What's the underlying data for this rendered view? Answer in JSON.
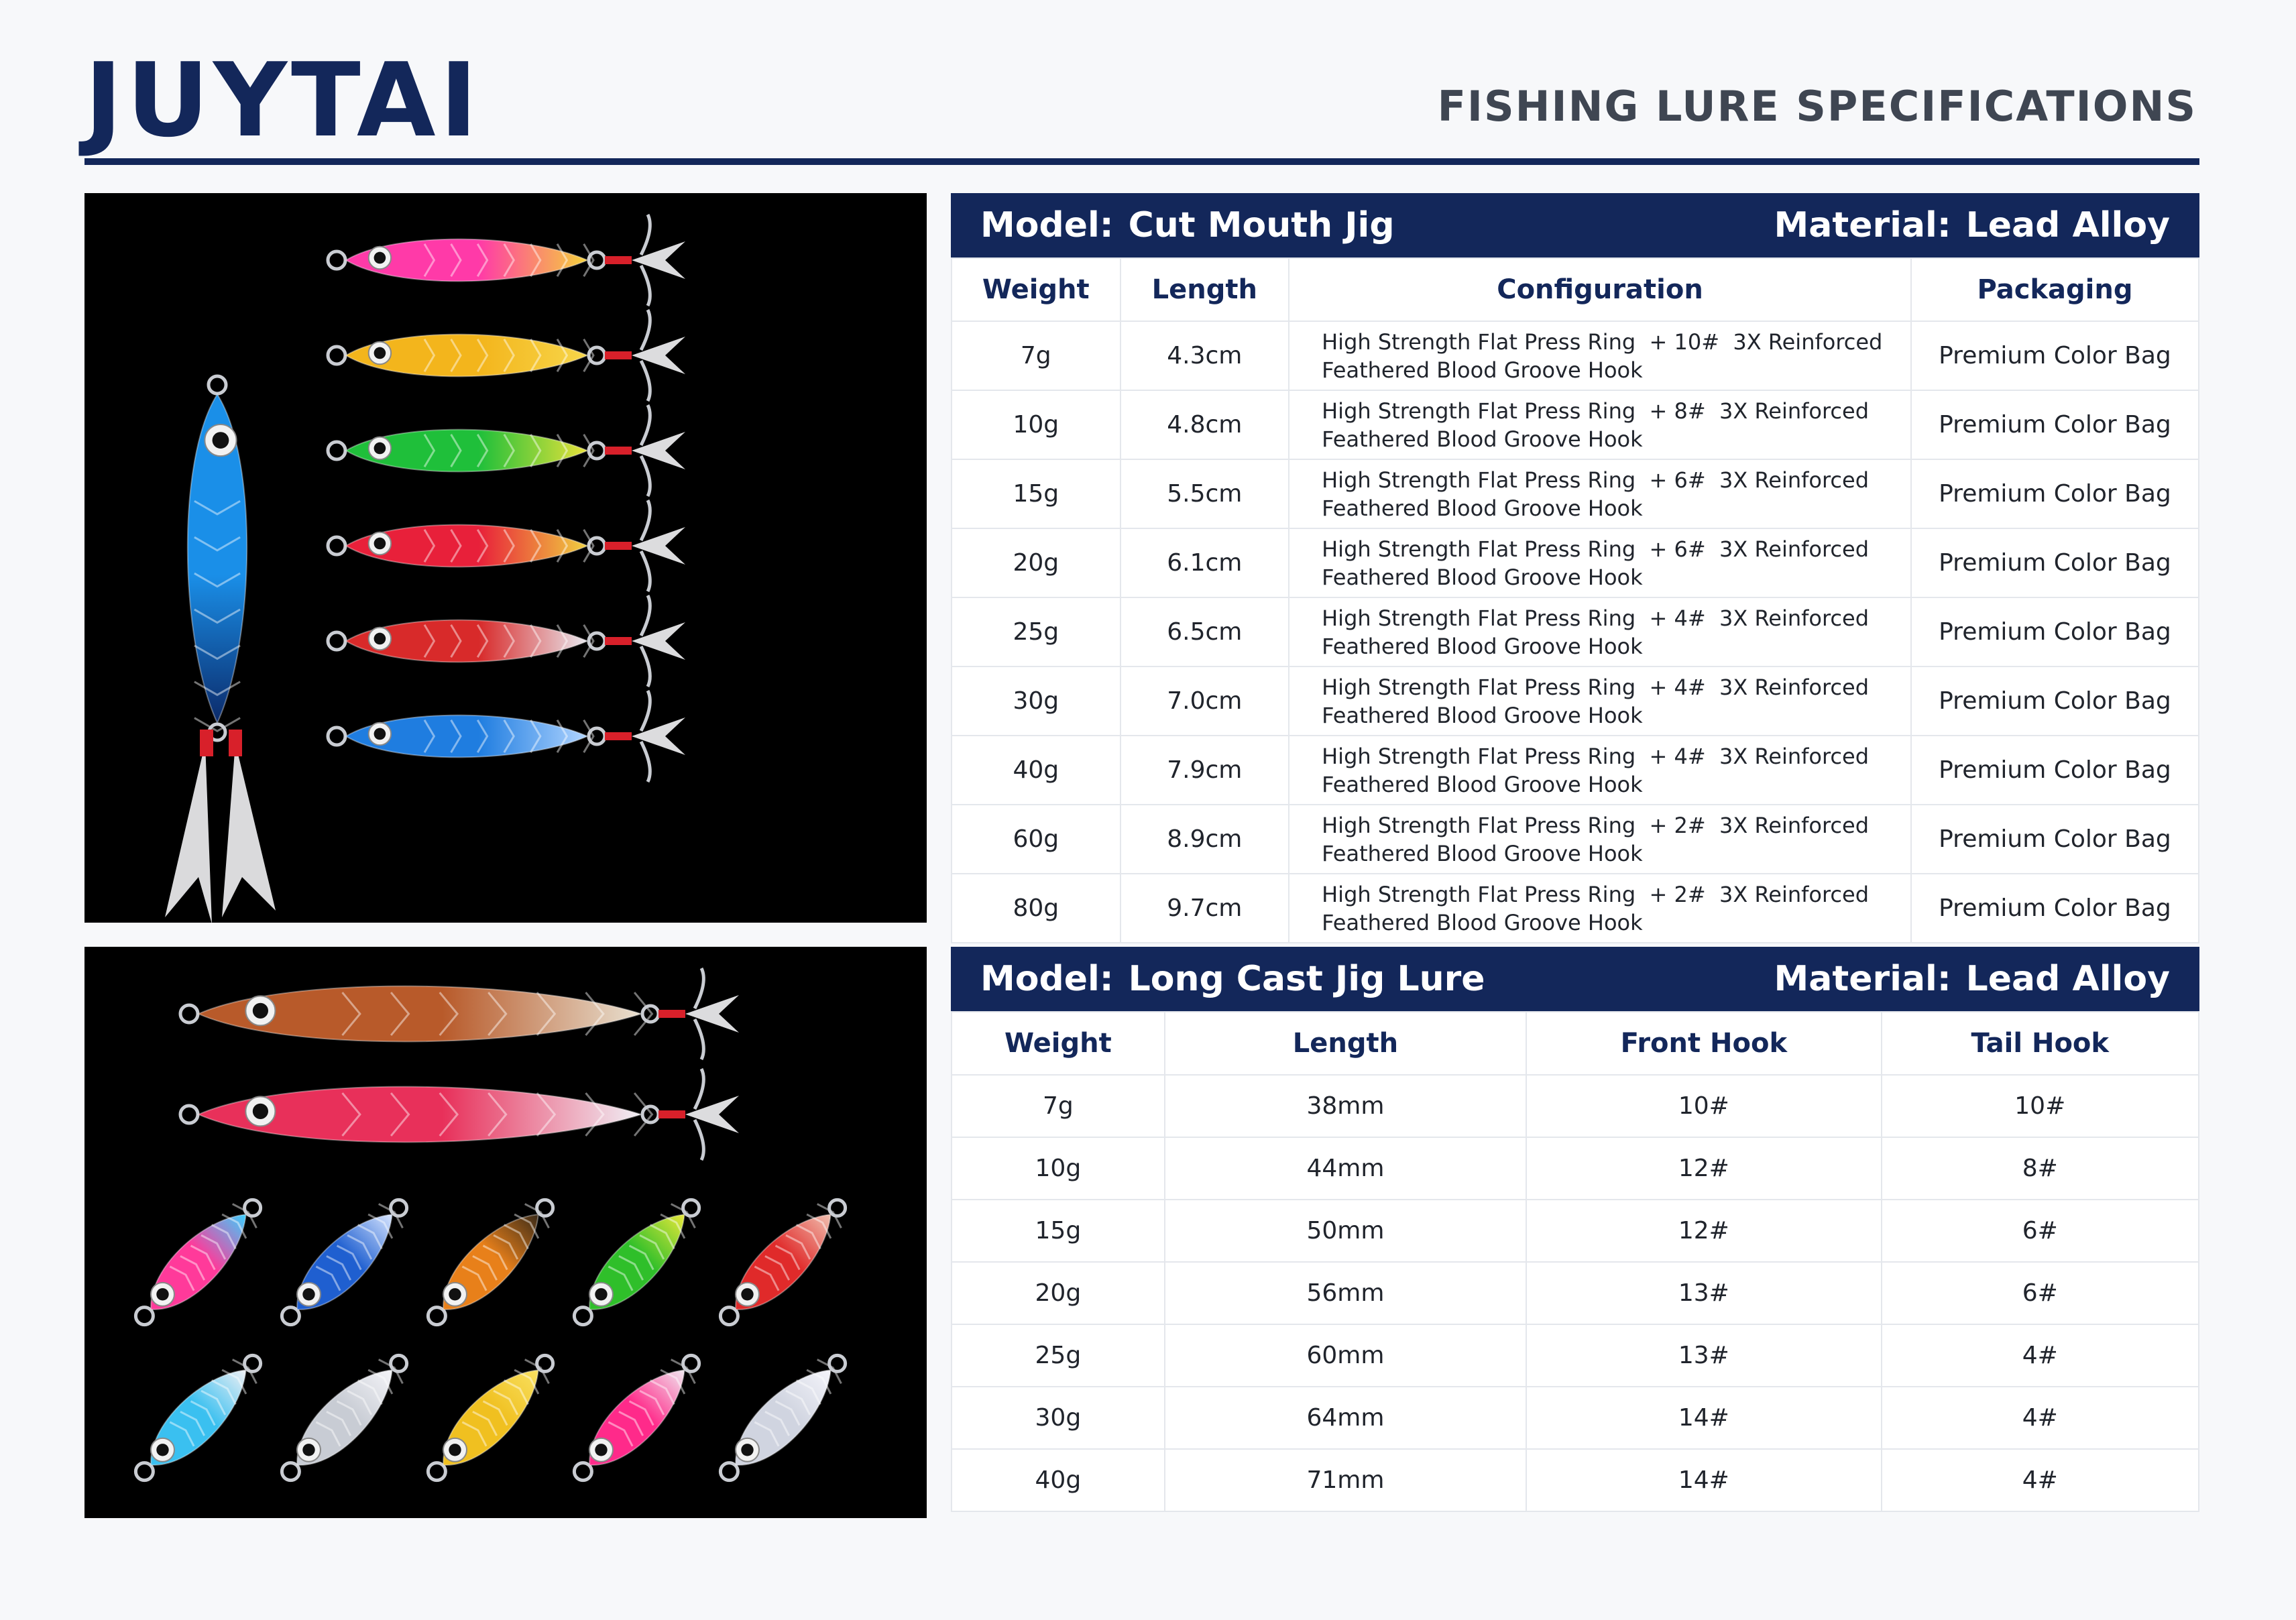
{
  "header": {
    "brand": "JUYTAI",
    "title": "FISHING LURE SPECIFICATIONS"
  },
  "colors": {
    "navy": "#13275a",
    "border": "#e4e7ec"
  },
  "table1": {
    "model_label": "Model:",
    "model_value": "Cut Mouth Jig",
    "material_label": "Material:",
    "material_value": "Lead Alloy",
    "columns": [
      "Weight",
      "Length",
      "Configuration",
      "Packaging"
    ],
    "rows": [
      {
        "weight": "7g",
        "length": "4.3cm",
        "config1": "High Strength Flat Press Ring  + 10#  3X Reinforced",
        "config2": "Feathered Blood Groove Hook",
        "packaging": "Premium Color Bag"
      },
      {
        "weight": "10g",
        "length": "4.8cm",
        "config1": "High Strength Flat Press Ring  + 8#  3X Reinforced",
        "config2": "Feathered Blood Groove Hook",
        "packaging": "Premium Color Bag"
      },
      {
        "weight": "15g",
        "length": "5.5cm",
        "config1": "High Strength Flat Press Ring  + 6#  3X Reinforced",
        "config2": "Feathered Blood Groove Hook",
        "packaging": "Premium Color Bag"
      },
      {
        "weight": "20g",
        "length": "6.1cm",
        "config1": "High Strength Flat Press Ring  + 6#  3X Reinforced",
        "config2": "Feathered Blood Groove Hook",
        "packaging": "Premium Color Bag"
      },
      {
        "weight": "25g",
        "length": "6.5cm",
        "config1": "High Strength Flat Press Ring  + 4#  3X Reinforced",
        "config2": "Feathered Blood Groove Hook",
        "packaging": "Premium Color Bag"
      },
      {
        "weight": "30g",
        "length": "7.0cm",
        "config1": "High Strength Flat Press Ring  + 4#  3X Reinforced",
        "config2": "Feathered Blood Groove Hook",
        "packaging": "Premium Color Bag"
      },
      {
        "weight": "40g",
        "length": "7.9cm",
        "config1": "High Strength Flat Press Ring  + 4#  3X Reinforced",
        "config2": "Feathered Blood Groove Hook",
        "packaging": "Premium Color Bag"
      },
      {
        "weight": "60g",
        "length": "8.9cm",
        "config1": "High Strength Flat Press Ring  + 2#  3X Reinforced",
        "config2": "Feathered Blood Groove Hook",
        "packaging": "Premium Color Bag"
      },
      {
        "weight": "80g",
        "length": "9.7cm",
        "config1": "High Strength Flat Press Ring  + 2#  3X Reinforced",
        "config2": "Feathered Blood Groove Hook",
        "packaging": "Premium Color Bag"
      }
    ]
  },
  "table2": {
    "model_label": "Model:",
    "model_value": "Long Cast Jig Lure",
    "material_label": "Material:",
    "material_value": "Lead Alloy",
    "columns": [
      "Weight",
      "Length",
      "Front Hook",
      "Tail Hook"
    ],
    "rows": [
      {
        "weight": "7g",
        "length": "38mm",
        "front": "10#",
        "tail": "10#"
      },
      {
        "weight": "10g",
        "length": "44mm",
        "front": "12#",
        "tail": "8#"
      },
      {
        "weight": "15g",
        "length": "50mm",
        "front": "12#",
        "tail": "6#"
      },
      {
        "weight": "20g",
        "length": "56mm",
        "front": "13#",
        "tail": "6#"
      },
      {
        "weight": "25g",
        "length": "60mm",
        "front": "13#",
        "tail": "4#"
      },
      {
        "weight": "30g",
        "length": "64mm",
        "front": "14#",
        "tail": "4#"
      },
      {
        "weight": "40g",
        "length": "71mm",
        "front": "14#",
        "tail": "4#"
      }
    ]
  },
  "photo1": {
    "lure_colors": [
      [
        "#ff3aa8",
        "#f5d23a"
      ],
      [
        "#f3b51c",
        "#f7d64a"
      ],
      [
        "#1fbf3a",
        "#e8e23a"
      ],
      [
        "#e8203a",
        "#f0d040"
      ],
      [
        "#d82a2a",
        "#e8e8ee"
      ],
      [
        "#1f7de0",
        "#b0d4ff"
      ]
    ],
    "big_lure_color": "#1a8fe8"
  },
  "photo2": {
    "top_lure_colors": [
      [
        "#b85a2a",
        "#e8e0d0"
      ],
      [
        "#e8305a",
        "#f0f0f6"
      ]
    ],
    "small_lure_colors": [
      [
        "#ff3a9a",
        "#3ad0ff"
      ],
      [
        "#1f5fd0",
        "#d8e6ff"
      ],
      [
        "#e8801a",
        "#3a2a18"
      ],
      [
        "#2fbf2a",
        "#e8e83a"
      ],
      [
        "#e02a2a",
        "#f0c0b0"
      ],
      [
        "#3ac0f0",
        "#f0f0f4"
      ],
      [
        "#c8ccd4",
        "#f4f4f8"
      ],
      [
        "#f0c020",
        "#f8e060"
      ],
      [
        "#ff2a8a",
        "#f0e8f0"
      ],
      [
        "#d0d4e0",
        "#f4f4fa"
      ]
    ]
  }
}
